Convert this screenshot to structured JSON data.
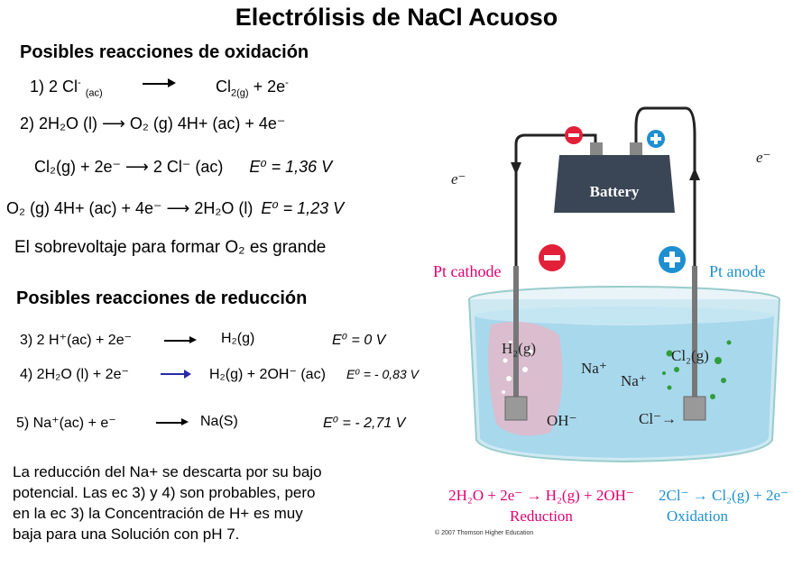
{
  "title": "Electrólisis de NaCl Acuoso",
  "oxidation": {
    "heading": "Posibles reacciones de oxidación",
    "r1": {
      "num": "1)",
      "left": "2 Cl",
      "left_sup": "-",
      "left_sub": "(ac)",
      "right": "Cl",
      "right_sub": "2(g)",
      "right2": "+ 2e",
      "right2_sup": "-"
    },
    "r2": {
      "num": "2)",
      "text": "2H₂O (l) ⟶ O₂ (g)   4H+ (ac) + 4e⁻"
    },
    "red1": {
      "text": "Cl₂(g) + 2e⁻ ⟶ 2 Cl⁻ (ac)",
      "e0": "E⁰ = 1,36  V"
    },
    "red2": {
      "text": "O₂ (g)   4H+ (ac) + 4e⁻ ⟶ 2H₂O (l)",
      "e0": "E⁰ = 1,23  V"
    },
    "note": "El sobrevoltaje para formar O₂ es grande"
  },
  "reduction": {
    "heading": "Posibles reacciones de reducción",
    "r3": {
      "lhs": "3)  2 H⁺(ac)  + 2e⁻",
      "rhs": "H₂(g)",
      "e0": "E⁰ = 0 V"
    },
    "r4": {
      "lhs": "4)  2H₂O (l) + 2e⁻",
      "rhs": "H₂(g)  + 2OH⁻ (ac)",
      "e0": "E⁰ = - 0,83 V"
    },
    "r5": {
      "lhs": "5)  Na⁺(ac)  + e⁻",
      "rhs": "Na(S)",
      "e0": "E⁰ = - 2,71 V"
    }
  },
  "conclusion": "La reducción del Na+ se descarta por su bajo potencial. Las ec 3) y 4) son probables, pero en la ec 3) la Concentración de H+ es muy baja para una Solución con pH 7.",
  "figure": {
    "battery": "Battery",
    "e_left": "e⁻",
    "e_right": "e⁻",
    "cathode": "Pt cathode",
    "anode": "Pt anode",
    "h2": "H₂(g)",
    "cl2": "Cl₂(g)",
    "na1": "Na⁺",
    "na2": "Na⁺",
    "oh": "OH⁻",
    "cl": "Cl⁻→",
    "eq_left": "2H₂O + 2e⁻ → H₂(g) + 2OH⁻",
    "eq_right": "2Cl⁻ → Cl₂(g) + 2e⁻",
    "label_left": "Reduction",
    "label_right": "Oxidation",
    "copyright": "© 2007 Thomson Higher Education",
    "colors": {
      "pink": "#e2006f",
      "blue": "#1e8fd0",
      "water": "#a8d8ec",
      "battery": "#3a4555"
    }
  }
}
